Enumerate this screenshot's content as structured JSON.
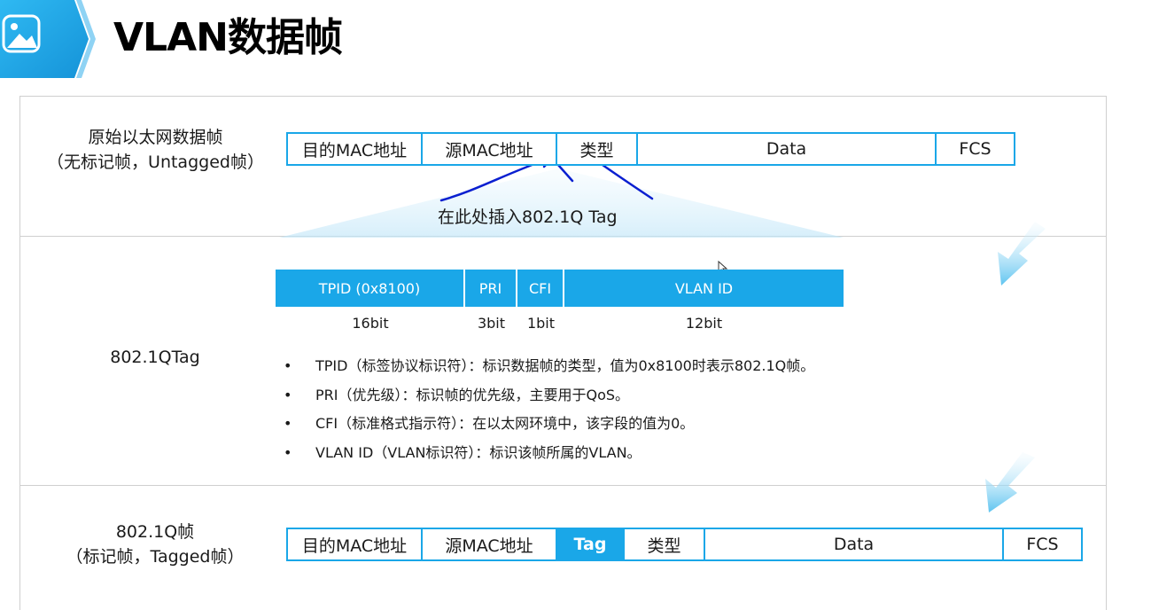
{
  "title": "VLAN数据帧",
  "untagged": {
    "label_line1": "原始以太网数据帧",
    "label_line2": "（无标记帧，Untagged帧）",
    "fields": [
      "目的MAC地址",
      "源MAC地址",
      "类型",
      "Data",
      "FCS"
    ]
  },
  "insert_text": "在此处插入802.1Q Tag",
  "tag": {
    "label": "802.1QTag",
    "fields": [
      "TPID (0x8100)",
      "PRI",
      "CFI",
      "VLAN ID"
    ],
    "bits": [
      "16bit",
      "3bit",
      "1bit",
      "12bit"
    ],
    "bullets": [
      "TPID（标签协议标识符）：标识数据帧的类型，值为0x8100时表示802.1Q帧。",
      "PRI（优先级）：标识帧的优先级，主要用于QoS。",
      "CFI（标准格式指示符）：在以太网环境中，该字段的值为0。",
      "VLAN ID（VLAN标识符）：标识该帧所属的VLAN。"
    ]
  },
  "tagged": {
    "label_line1": "802.1Q帧",
    "label_line2": "（标记帧，Tagged帧）",
    "fields": [
      "目的MAC地址",
      "源MAC地址",
      "Tag",
      "类型",
      "Data",
      "FCS"
    ]
  },
  "colors": {
    "accent": "#1aa7e8",
    "ink": "#0000cc"
  },
  "icons": [
    "image-icon",
    "arrow-down-icon",
    "cursor-icon"
  ]
}
